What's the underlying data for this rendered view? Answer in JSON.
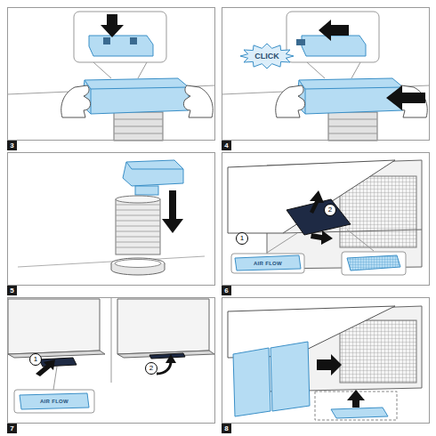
{
  "diagram": {
    "nodes": [
      {
        "text": [
          "3"
        ]
      },
      {
        "text": [
          "4"
        ]
      },
      {
        "text": [
          "5"
        ]
      },
      {
        "text": [
          "6"
        ]
      },
      {
        "text": [
          "7"
        ]
      },
      {
        "text": [
          "8"
        ]
      }
    ],
    "labels": [
      "CLICK",
      "1",
      "2",
      "AIR FLOW",
      "1",
      "2",
      "AIR FLOW"
    ]
  }
}
